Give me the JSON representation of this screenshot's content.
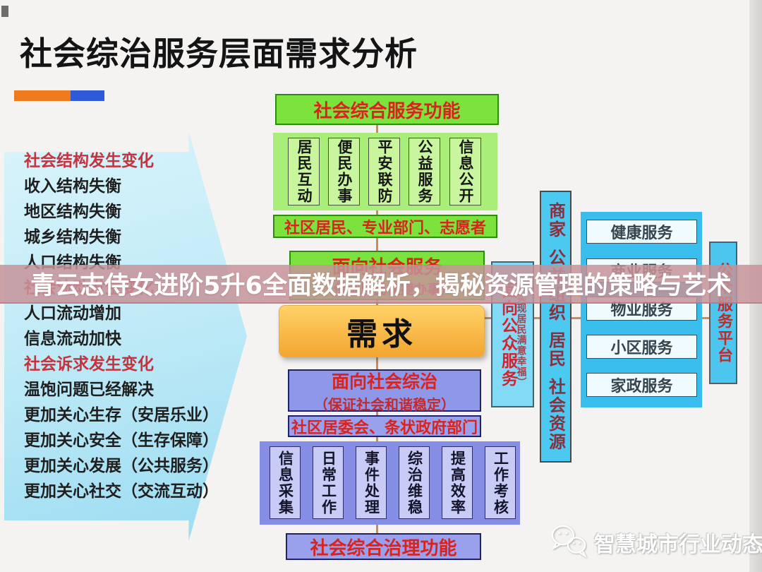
{
  "title": "社会综治服务层面需求分析",
  "overlay": {
    "text": "青云志侍女进阶5升6全面数据解析，揭秘资源管理的策略与艺术"
  },
  "left_arrow": {
    "items": [
      {
        "text": "社会结构发生变化",
        "emphasis": true
      },
      {
        "text": "收入结构失衡",
        "emphasis": false
      },
      {
        "text": "地区结构失衡",
        "emphasis": false
      },
      {
        "text": "城乡结构失衡",
        "emphasis": false
      },
      {
        "text": "人口结构失衡",
        "emphasis": false
      },
      {
        "text": "社会流动发生变化",
        "emphasis": true
      },
      {
        "text": "人口流动增加",
        "emphasis": false
      },
      {
        "text": "信息流动加快",
        "emphasis": false
      },
      {
        "text": "社会诉求发生变化",
        "emphasis": true
      },
      {
        "text": "温饱问题已经解决",
        "emphasis": false
      },
      {
        "text": "更加关心生存（安居乐业）",
        "emphasis": false
      },
      {
        "text": "更加关心安全（生存保障）",
        "emphasis": false
      },
      {
        "text": "更加关心发展（公共服务）",
        "emphasis": false
      },
      {
        "text": "更加关心社交（交流互动）",
        "emphasis": false
      }
    ]
  },
  "service": {
    "header": "社会综合服务功能",
    "functions": [
      "居民互动",
      "便民办事",
      "平安联防",
      "公益服务",
      "信息公开"
    ],
    "providers": "社区居民、专业部门、志愿者"
  },
  "center": {
    "society_service_line1": "面向社会服务",
    "society_service_line2": "（保证居民快捷办事）",
    "demand": "需求",
    "governance_line1": "面向社会综治",
    "governance_line2": "（保证社会和谐稳定）",
    "gov_providers": "社区居委会、条状政府部门"
  },
  "governance_panel": {
    "functions": [
      "信息采集",
      "日常工作",
      "事件处理",
      "综治维稳",
      "提高效率",
      "工作考核"
    ],
    "footer": "社会综合治理功能"
  },
  "right": {
    "strip_line1": "面向公众服务",
    "strip_line2": "（实现居民满意幸福）",
    "resources": [
      "商家",
      "公益组织",
      "居民",
      "社会资源"
    ],
    "services": [
      "健康服务",
      "商业服务",
      "物业服务",
      "小区服务",
      "家政服务"
    ],
    "platform": "公众服务平台"
  },
  "watermark": {
    "label": "智慧城市行业动态"
  },
  "colors": {
    "accent_orange_bar": "#f07a1e",
    "accent_blue_bar": "#2e59d9",
    "bright_green": "#7ce33e",
    "demand_orange": "#f5a62c",
    "lavender": "#8f97e8",
    "cyan": "#4cc9f0",
    "connector": "#cf8a52",
    "overlay_pink": "#c59399"
  }
}
